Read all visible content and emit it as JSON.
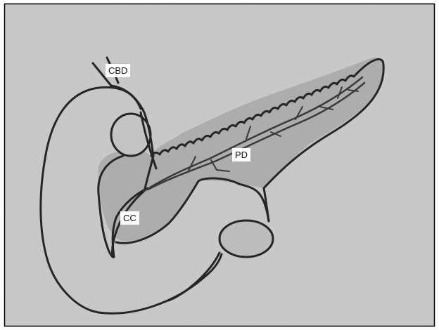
{
  "diagram": {
    "labels": {
      "cbd": "CBD",
      "pd": "PD",
      "cc": "CC"
    },
    "colors": {
      "paper": "#c9c9c9",
      "shading": "#acacac",
      "ink": "#262626",
      "label_bg": "#ffffff"
    }
  }
}
